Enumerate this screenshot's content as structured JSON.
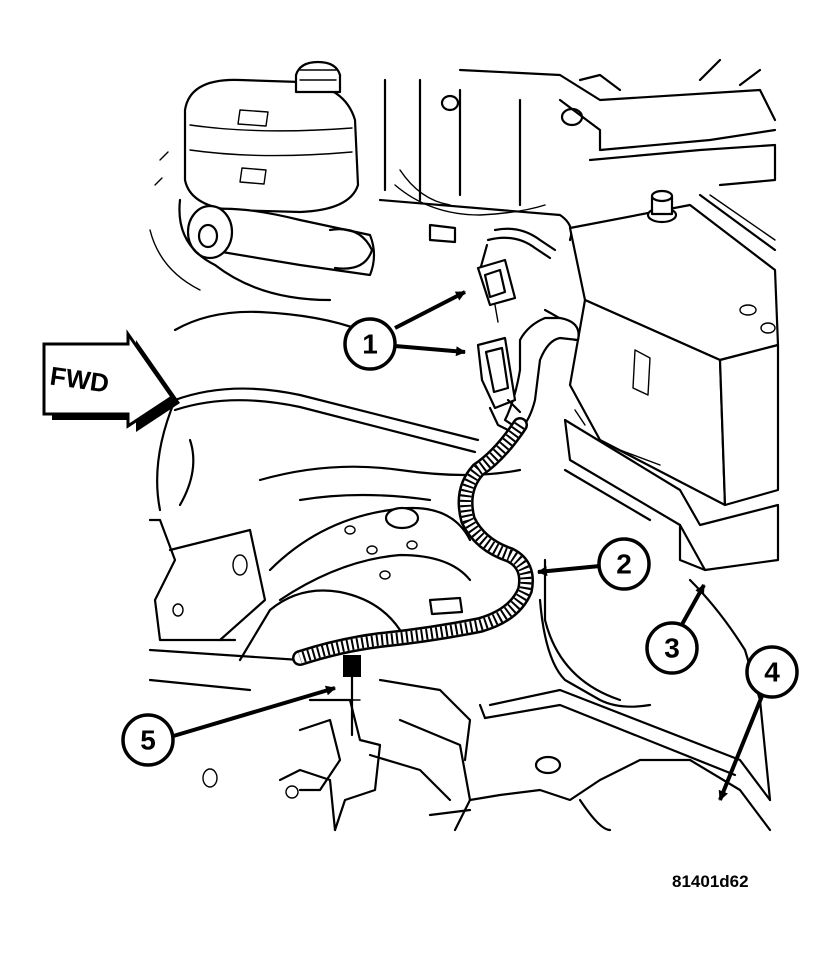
{
  "direction_label": "FWD",
  "callouts": [
    {
      "number": "1"
    },
    {
      "number": "2"
    },
    {
      "number": "3"
    },
    {
      "number": "4"
    },
    {
      "number": "5"
    }
  ],
  "figure_id": "81401d62"
}
